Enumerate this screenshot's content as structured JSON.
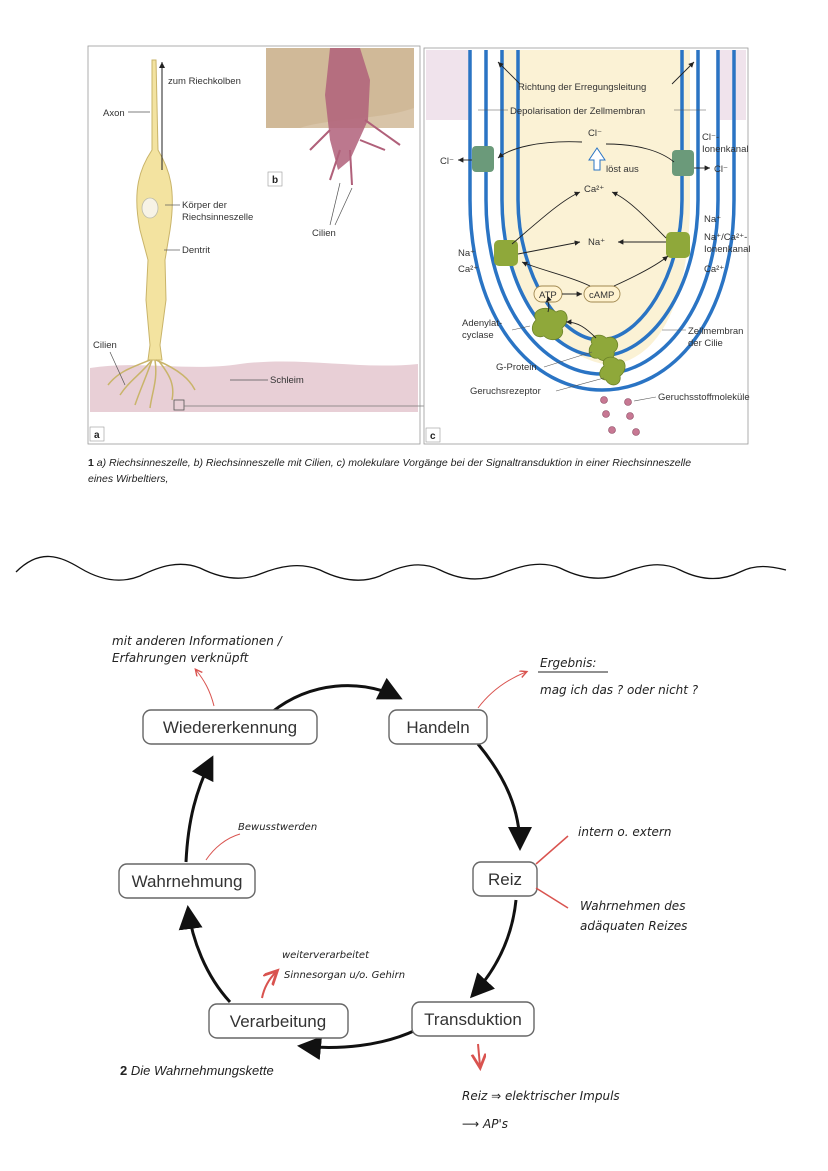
{
  "figure1": {
    "panel_a": {
      "tag": "a",
      "labels": {
        "to_bulb": "zum Riechkolben",
        "axon": "Axon",
        "body_line1": "Körper der",
        "body_line2": "Riechsinneszelle",
        "dendrite": "Dentrit",
        "cilia": "Cilien",
        "mucus": "Schleim"
      }
    },
    "panel_b": {
      "tag": "b",
      "labels": {
        "cilia": "Cilien"
      }
    },
    "panel_c": {
      "tag": "c",
      "labels": {
        "direction": "Richtung der Erregungsleitung",
        "depolarisation": "Depolarisation der Zellmembran",
        "cl_top": "Cl⁻",
        "cl_left": "Cl⁻",
        "cl_right": "Cl⁻",
        "cl_channel_1": "Cl⁻-",
        "cl_channel_2": "Ionenkanal",
        "triggers": "löst aus",
        "ca_mid": "Ca²⁺",
        "na_right_top": "Na⁺",
        "na_channel_1": "Na⁺/Ca²⁺-",
        "na_channel_2": "Ionenkanal",
        "ca_right": "Ca²⁺",
        "na_mid": "Na⁺",
        "na_left": "Na⁺",
        "ca_left": "Ca²⁺",
        "atp": "ATP",
        "camp": "cAMP",
        "adenylat_1": "Adenylat-",
        "adenylat_2": "cyclase",
        "membrane_1": "Zellmembran",
        "membrane_2": "der Cilie",
        "g_protein": "G-Protein",
        "receptor": "Geruchsrezeptor",
        "odorant": "Geruchsstoffmoleküle"
      }
    },
    "caption": {
      "number": "1",
      "line1": "a) Riechsinneszelle, b) Riechsinneszelle mit Cilien, c) molekulare Vorgänge bei der Signaltransduktion in einer Riechsinneszelle",
      "line2": "eines Wirbeltiers,"
    }
  },
  "figure2": {
    "boxes": {
      "recognition": "Wiedererkennung",
      "action": "Handeln",
      "stimulus": "Reiz",
      "transduction": "Transduktion",
      "processing": "Verarbeitung",
      "perception": "Wahrnehmung"
    },
    "caption": {
      "number": "2",
      "text": "Die Wahrnehmungskette"
    },
    "notes": {
      "recognition_1": "mit anderen Informationen /",
      "recognition_2": "Erfahrungen verknüpft",
      "result_title": "Ergebnis:",
      "result_text": "mag ich das ? oder nicht ?",
      "awareness": "Bewusstwerden",
      "internal": "intern  o.  extern",
      "adequate_1": "Wahrnehmen des",
      "adequate_2": "adäquaten Reizes",
      "processed_1": "weiterverarbeitet",
      "processed_2": "Sinnesorgan  u/o.  Gehirn",
      "impulse": "Reiz ⇒ elektrischer Impuls",
      "ap": "⟶ AP's"
    }
  },
  "colors": {
    "membrane_blue": "#2a74c4",
    "protein_green": "#8fa83a",
    "cell_yellow": "#f3e3a0",
    "pen_red": "#d9534f",
    "mucus_pink": "#e8cfd6"
  }
}
